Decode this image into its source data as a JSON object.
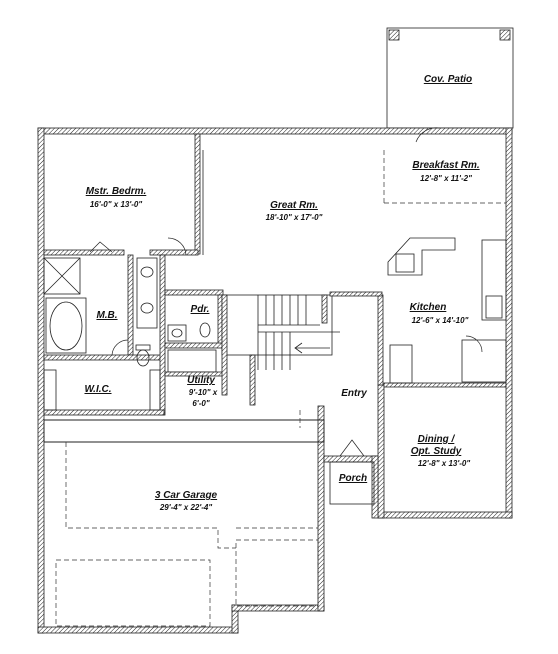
{
  "rooms": {
    "cov_patio": {
      "name": "Cov. Patio",
      "dims": ""
    },
    "breakfast": {
      "name": "Breakfast Rm.",
      "dims": "12'-8\" x 11'-2\""
    },
    "master_bedroom": {
      "name": "Mstr. Bedrm.",
      "dims": "16'-0\" x 13'-0\""
    },
    "great_room": {
      "name": "Great Rm.",
      "dims": "18'-10\" x 17'-0\""
    },
    "master_bath": {
      "name": "M.B.",
      "dims": ""
    },
    "powder": {
      "name": "Pdr.",
      "dims": ""
    },
    "kitchen": {
      "name": "Kitchen",
      "dims": "12'-6\" x 14'-10\""
    },
    "wic": {
      "name": "W.I.C.",
      "dims": ""
    },
    "utility": {
      "name": "Utility",
      "dims": "9'-10\" x",
      "dims2": "6'-0\""
    },
    "entry": {
      "name": "Entry",
      "dims": ""
    },
    "dining": {
      "name": "Dining /",
      "name2": "Opt. Study",
      "dims": "12'-8\" x 13'-0\""
    },
    "porch": {
      "name": "Porch",
      "dims": ""
    },
    "garage": {
      "name": "3 Car Garage",
      "dims": "29'-4\" x 22'-4\""
    }
  },
  "colors": {
    "wall": "#222222",
    "background": "#ffffff"
  }
}
